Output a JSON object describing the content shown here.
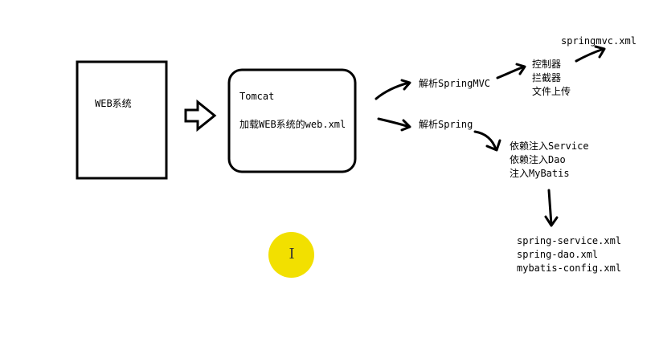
{
  "web_system_box": {
    "label": "WEB系统"
  },
  "tomcat_box": {
    "title": "Tomcat",
    "subtitle": "加载WEB系统的web.xml"
  },
  "parse_springmvc": {
    "label": "解析SpringMVC"
  },
  "parse_spring": {
    "label": "解析Spring"
  },
  "springmvc_items": [
    "控制器",
    "拦截器",
    "文件上传"
  ],
  "springmvc_xml": {
    "label": "springmvc.xml"
  },
  "spring_items": [
    "依赖注入Service",
    "依赖注入Dao",
    "注入MyBatis"
  ],
  "config_files": [
    "spring-service.xml",
    "spring-dao.xml",
    "mybatis-config.xml"
  ],
  "cursor": {
    "icon": "text-cursor-icon",
    "color": "#f2e000"
  }
}
